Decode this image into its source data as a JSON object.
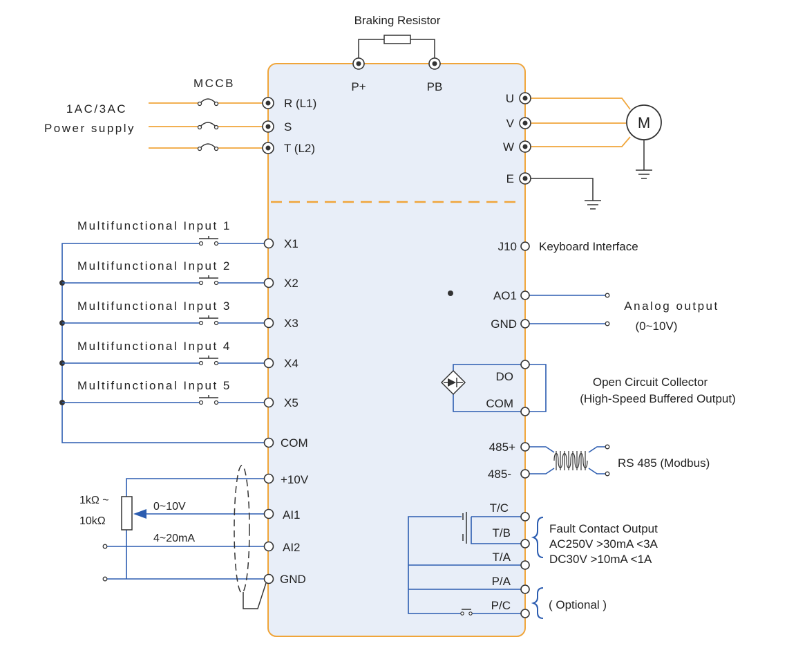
{
  "colors": {
    "panel_fill": "#e8eef8",
    "panel_border": "#f0a53a",
    "power_wire": "#f0a53a",
    "signal_wire": "#2b5cb0",
    "terminal": "#333333"
  },
  "labels": {
    "braking_resistor": "Braking Resistor",
    "mccb": "MCCB",
    "power_supply_line1": "1AC/3AC",
    "power_supply_line2": "Power supply",
    "motor": "M",
    "mf_input_1": "Multifunctional Input 1",
    "mf_input_2": "Multifunctional Input 2",
    "mf_input_3": "Multifunctional Input 3",
    "mf_input_4": "Multifunctional Input 4",
    "mf_input_5": "Multifunctional Input 5",
    "keyboard_interface": "Keyboard Interface",
    "analog_output": "Analog output",
    "analog_range": "(0~10V)",
    "open_collector_1": "Open Circuit Collector",
    "open_collector_2": "(High-Speed Buffered Output)",
    "rs485": "RS 485  (Modbus)",
    "fault_contact": "Fault Contact Output",
    "fault_ac": "AC250V  >30mA  <3A",
    "fault_dc": "DC30V    >10mA <1A",
    "optional": "( Optional )",
    "pot_range_1": "1kΩ ~",
    "pot_range_2": "10kΩ",
    "ai1_range": "0~10V",
    "ai2_range": "4~20mA"
  },
  "terminals": {
    "p_plus": "P+",
    "pb": "PB",
    "r": "R  (L1)",
    "s": "S",
    "t": "T  (L2)",
    "u": "U",
    "v": "V",
    "w": "W",
    "e": "E",
    "x1": "X1",
    "x2": "X2",
    "x3": "X3",
    "x4": "X4",
    "x5": "X5",
    "com": "COM",
    "v10": "+10V",
    "ai1": "AI1",
    "ai2": "AI2",
    "gnd": "GND",
    "j10": "J10",
    "ao1": "AO1",
    "gnd_ao": "GND",
    "do": "DO",
    "com_do": "COM",
    "rs485_plus": "485+",
    "rs485_minus": "485-",
    "tc": "T/C",
    "tb": "T/B",
    "ta": "T/A",
    "pa": "P/A",
    "pc": "P/C"
  }
}
